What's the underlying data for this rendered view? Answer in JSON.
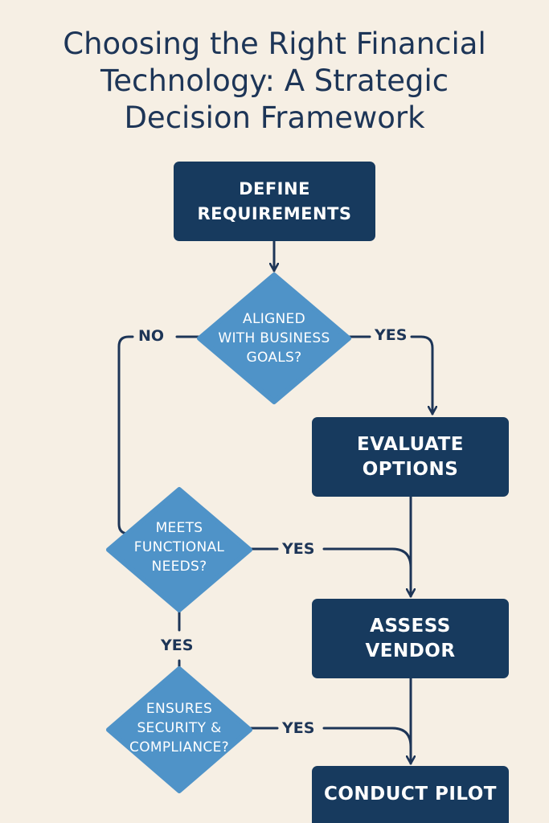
{
  "title_lines": [
    "Choosing the Right Financial",
    "Technology: A Strategic",
    "Decision Framework"
  ],
  "nodes": {
    "define": {
      "lines": [
        "DEFINE",
        "REQUIREMENTS"
      ]
    },
    "aligned": {
      "lines": [
        "ALIGNED",
        "WITH BUSINESS",
        "GOALS?"
      ]
    },
    "evaluate": {
      "lines": [
        "EVALUATE",
        "OPTIONS"
      ]
    },
    "meets": {
      "lines": [
        "MEETS",
        "FUNCTIONAL",
        "NEEDS?"
      ]
    },
    "assess": {
      "lines": [
        "ASSESS",
        "VENDOR"
      ]
    },
    "ensures": {
      "lines": [
        "ENSURES",
        "SECURITY &",
        "COMPLIANCE?"
      ]
    },
    "pilot": {
      "lines": [
        "CONDUCT PILOT"
      ]
    }
  },
  "edge_labels": {
    "aligned_no": "NO",
    "aligned_yes": "YES",
    "meets_yes_right": "YES",
    "meets_yes_down": "YES",
    "ensures_yes": "YES"
  },
  "colors": {
    "background": "#f6efe4",
    "box": "#173a5e",
    "diamond": "#4f93c8",
    "line": "#1d3557",
    "text_dark": "#1d3557"
  }
}
